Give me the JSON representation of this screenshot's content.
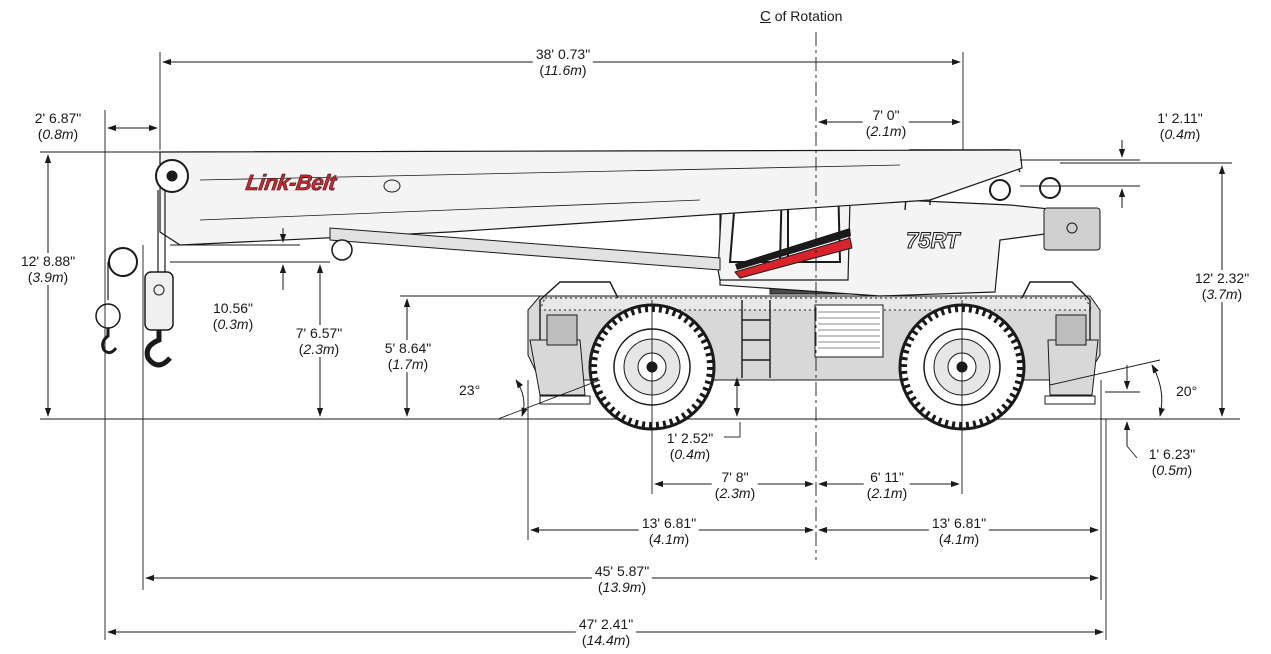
{
  "header": {
    "centerline_symbol": "C",
    "centerline_label": "of Rotation"
  },
  "crane": {
    "brand": "Link-Belt",
    "model": "75RT"
  },
  "colors": {
    "brand_red": "#d8232a",
    "line": "#1a1a1a"
  },
  "dimensions": {
    "boom_length": {
      "imperial": "38' 0.73\"",
      "metric": "11.6m"
    },
    "boom_overhang": {
      "imperial": "2' 6.87\"",
      "metric": "0.8m"
    },
    "rotation_to_rear": {
      "imperial": "7' 0\"",
      "metric": "2.1m"
    },
    "counterweight_offset": {
      "imperial": "1' 2.11\"",
      "metric": "0.4m"
    },
    "front_height": {
      "imperial": "12' 8.88\"",
      "metric": "3.9m"
    },
    "rear_height": {
      "imperial": "12' 2.32\"",
      "metric": "3.7m"
    },
    "hook_block": {
      "imperial": "10.56\"",
      "metric": "0.3m"
    },
    "boom_pivot_height": {
      "imperial": "7' 6.57\"",
      "metric": "2.3m"
    },
    "deck_height": {
      "imperial": "5' 8.64\"",
      "metric": "1.7m"
    },
    "approach_angle": "23°",
    "departure_angle": "20°",
    "ground_clearance": {
      "imperial": "1' 2.52\"",
      "metric": "0.4m"
    },
    "rear_clearance": {
      "imperial": "1' 6.23\"",
      "metric": "0.5m"
    },
    "front_axle_to_rotation": {
      "imperial": "7' 8\"",
      "metric": "2.3m"
    },
    "rotation_to_rear_axle": {
      "imperial": "6' 11\"",
      "metric": "2.1m"
    },
    "front_outrigger_to_rotation": {
      "imperial": "13' 6.81\"",
      "metric": "4.1m"
    },
    "rotation_to_rear_outrigger": {
      "imperial": "13' 6.81\"",
      "metric": "4.1m"
    },
    "overall_length_boom": {
      "imperial": "45' 5.87\"",
      "metric": "13.9m"
    },
    "overall_length_total": {
      "imperial": "47' 2.41\"",
      "metric": "14.4m"
    }
  }
}
